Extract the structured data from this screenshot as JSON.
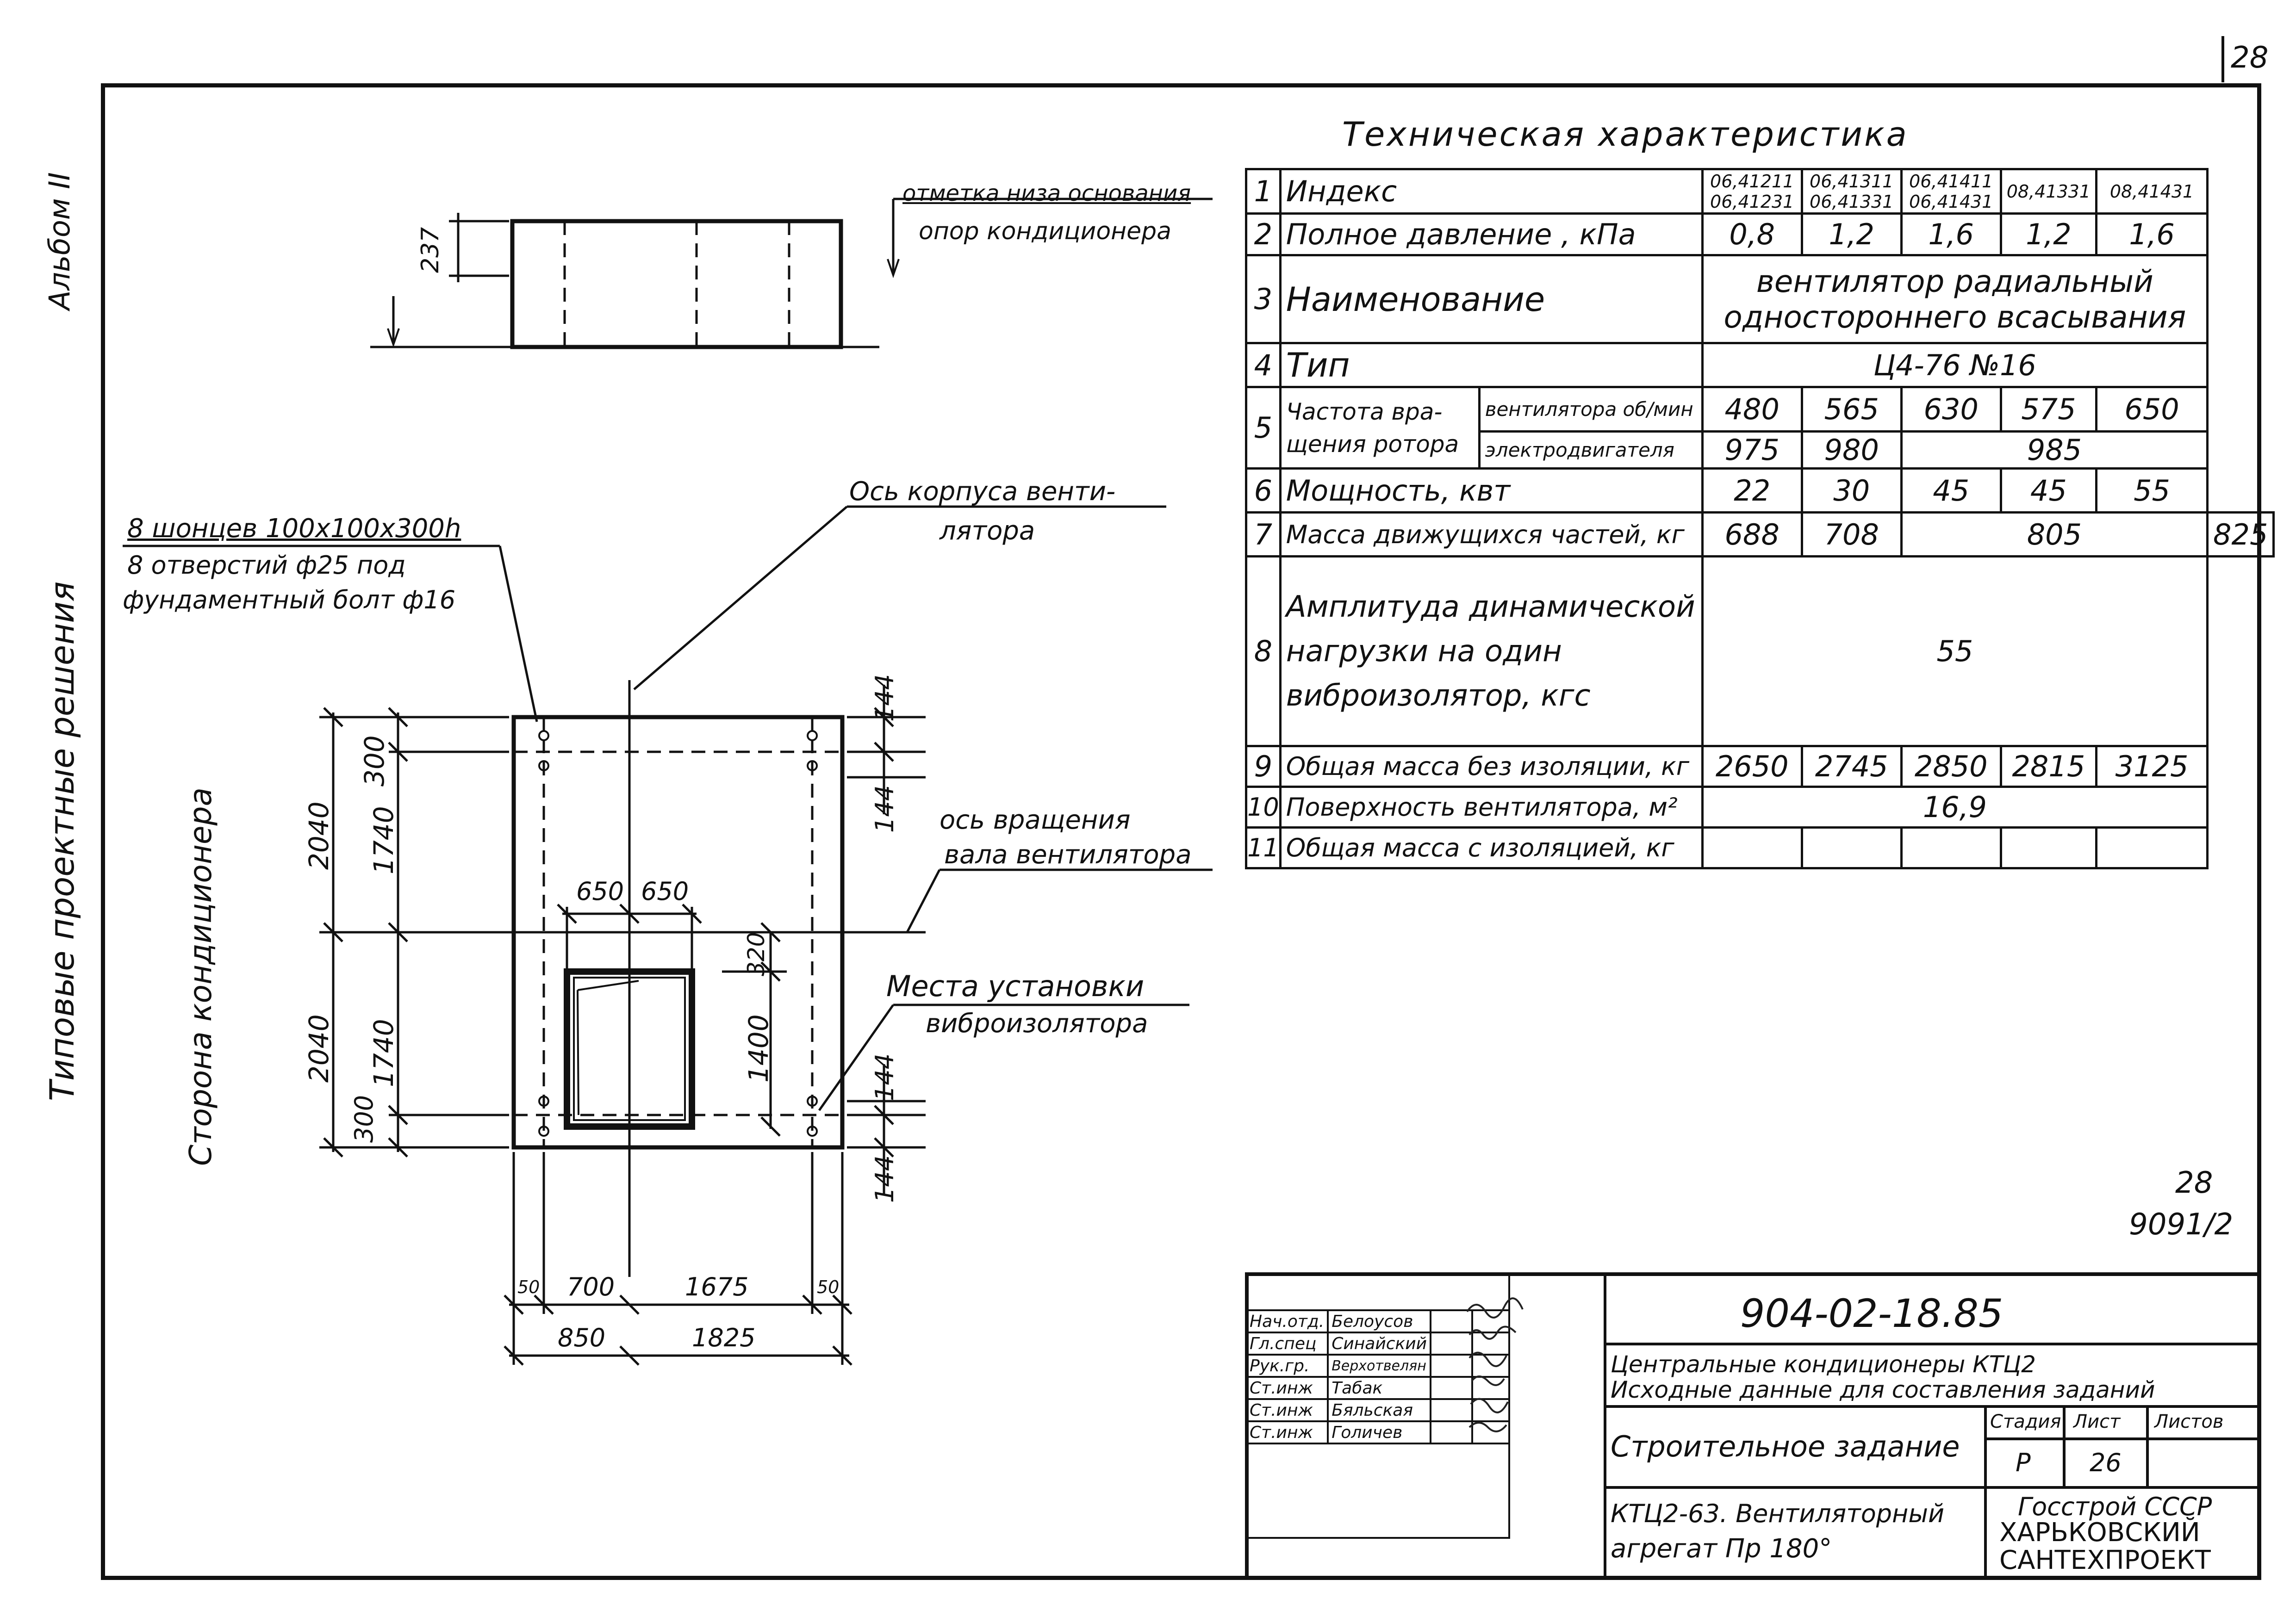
{
  "page": {
    "sheet_number": "28",
    "album": "Альбом II",
    "series": "Типовые проектные решения",
    "side_label": "Сторона кондиционера",
    "sheet_mark": "28",
    "inv_number": "9091/2"
  },
  "elevation": {
    "dim_237": "237",
    "note_line1": "отметка низа основания",
    "note_line2": "опор кондиционера"
  },
  "plan": {
    "callout_bolts_line1": "8 шонцев 100х100х300h",
    "callout_bolts_line2": "8 отверстий ф25 под",
    "callout_bolts_line3": "фундаментный болт ф16",
    "callout_axis_line1": "Ось корпуса венти-",
    "callout_axis_line2": "лятора",
    "callout_rotation_line1": "ось вращения",
    "callout_rotation_line2": "вала вентилятора",
    "callout_isolators_line1": "Места установки",
    "callout_isolators_line2": "виброизолятора",
    "dims": {
      "d2040_top": "2040",
      "d2040_bot": "2040",
      "d300_top": "300",
      "d300_bot": "300",
      "d1740_top": "1740",
      "d1740_bot": "1740",
      "d144_a": "144",
      "d144_b": "144",
      "d144_c": "144",
      "d144_d": "144",
      "d650_l": "650",
      "d650_r": "650",
      "d320": "320",
      "d1400": "1400",
      "d50_l": "50",
      "d700": "700",
      "d1675": "1675",
      "d50_r": "50",
      "d850": "850",
      "d1825": "1825"
    }
  },
  "spec": {
    "title": "Техническая характеристика",
    "r1": {
      "n": "1",
      "label": "Индекс",
      "c1a": "06,41211",
      "c1b": "06,41231",
      "c2a": "06,41311",
      "c2b": "06,41331",
      "c3a": "06,41411",
      "c3b": "06,41431",
      "c4": "08,41331",
      "c5": "08,41431"
    },
    "r2": {
      "n": "2",
      "label": "Полное давление , кПа",
      "v": [
        "0,8",
        "1,2",
        "1,6",
        "1,2",
        "1,6"
      ]
    },
    "r3": {
      "n": "3",
      "label": "Наименование",
      "value_line1": "вентилятор радиальный",
      "value_line2": "одностороннего всасывания"
    },
    "r4": {
      "n": "4",
      "label": "Тип",
      "value": "Ц4-76  №16"
    },
    "r5": {
      "n": "5",
      "label_line1": "Частота вра-",
      "label_line2": "щения ротора",
      "sub1": "вентилятора об/мин",
      "sub2": "электродвигателя",
      "fan": [
        "480",
        "565",
        "630",
        "575",
        "650"
      ],
      "motor": [
        "975",
        "980",
        "985"
      ]
    },
    "r6": {
      "n": "6",
      "label": "Мощность, квт",
      "v": [
        "22",
        "30",
        "45",
        "45",
        "55"
      ]
    },
    "r7": {
      "n": "7",
      "label": "Масса движущихся частей, кг",
      "v": [
        "688",
        "708",
        "805",
        "825"
      ]
    },
    "r8": {
      "n": "8",
      "label_line1": "Амплитуда динамической",
      "label_line2": "нагрузки на один",
      "label_line3": "виброизолятор, кгс",
      "value": "55"
    },
    "r9": {
      "n": "9",
      "label": "Общая масса без изоляции, кг",
      "v": [
        "2650",
        "2745",
        "2850",
        "2815",
        "3125"
      ]
    },
    "r10": {
      "n": "10",
      "label": "Поверхность вентилятора, м²",
      "value": "16,9"
    },
    "r11": {
      "n": "11",
      "label": "Общая масса с изоляцией, кг"
    }
  },
  "title_block": {
    "doc_code": "904-02-18.85",
    "desc_line1": "Центральные кондиционеры КТЦ2",
    "desc_line2": "Исходные данные для составления заданий",
    "sheet_title": "Строительное задание",
    "stage_h": "Стадия",
    "sheet_h": "Лист",
    "sheets_h": "Листов",
    "stage": "Р",
    "sheet": "26",
    "sheets": "",
    "drawing_line1": "КТЦ2-63. Вентиляторный",
    "drawing_line2": "агрегат  Пр 180°",
    "org_line1": "Госстрой СССР",
    "org_line2": "ХАРЬКОВСКИЙ",
    "org_line3": "САНТЕХПРОЕКТ",
    "roles": [
      {
        "role": "Нач.отд.",
        "name": "Белоусов"
      },
      {
        "role": "Гл.спец",
        "name": "Синайский"
      },
      {
        "role": "Рук.гр.",
        "name": "Верхотвелян"
      },
      {
        "role": "Ст.инж",
        "name": "Табак"
      },
      {
        "role": "Ст.инж",
        "name": "Бяльская"
      },
      {
        "role": "Ст.инж",
        "name": "Голичев"
      }
    ]
  }
}
